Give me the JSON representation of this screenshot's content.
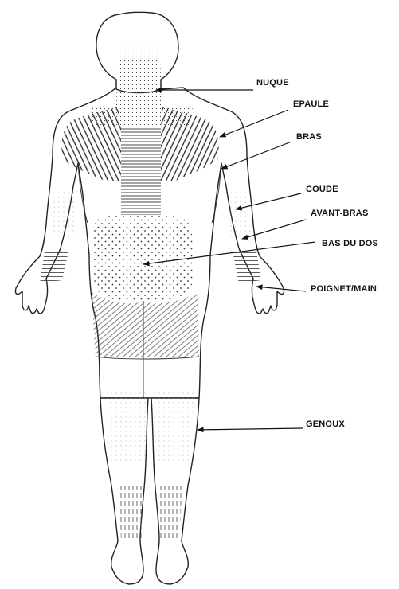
{
  "labels": {
    "nuque": "NUQUE",
    "epaule": "EPAULE",
    "bras": "BRAS",
    "coude": "COUDE",
    "avant_bras": "AVANT-BRAS",
    "bas_du_dos": "BAS DU DOS",
    "poignet_main": "POIGNET/MAIN",
    "genoux": "GENOUX"
  },
  "colors": {
    "outline": "#222222",
    "hatch": "#333333",
    "background": "#ffffff"
  }
}
